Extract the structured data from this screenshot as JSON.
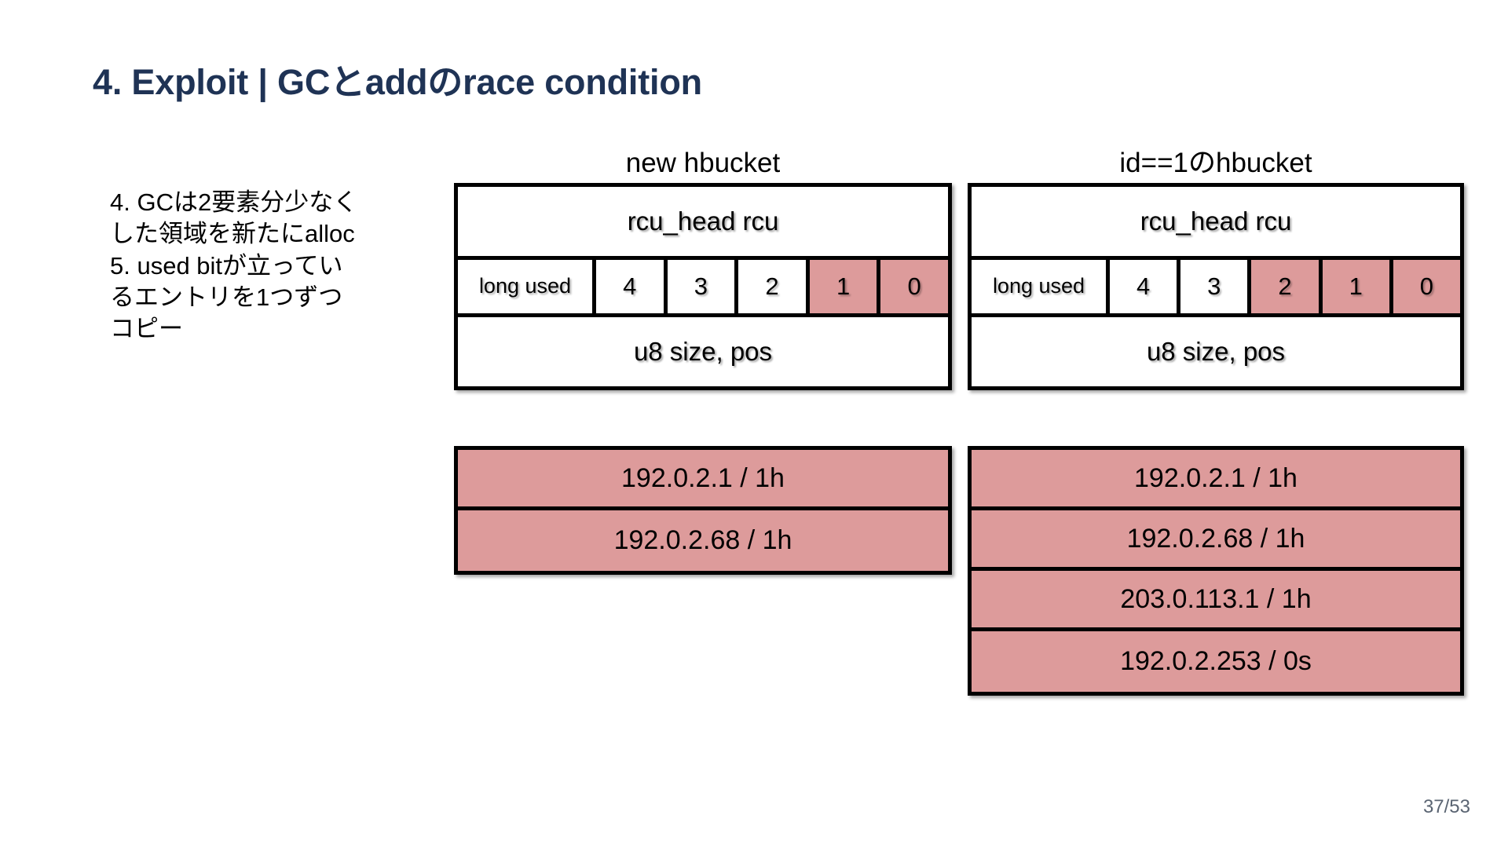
{
  "slide": {
    "title": "4. Exploit | GCとaddのrace condition",
    "page_number": "37/53",
    "title_color": "#1f3355",
    "accent_pink": "#dd9b9b"
  },
  "notes": {
    "lines": [
      "4. GCは2要素分少なく",
      "した領域を新たにalloc",
      "5. used bitが立ってい",
      "るエントリを1つずつ",
      "コピー"
    ]
  },
  "buckets": [
    {
      "label": "new hbucket",
      "rcu_row": "rcu_head rcu",
      "used_label": "long used",
      "used_cells": [
        {
          "value": "4",
          "highlighted": false
        },
        {
          "value": "3",
          "highlighted": false
        },
        {
          "value": "2",
          "highlighted": false
        },
        {
          "value": "1",
          "highlighted": true
        },
        {
          "value": "0",
          "highlighted": true
        }
      ],
      "size_row": "u8 size, pos",
      "entries": [
        "192.0.2.1 / 1h",
        "192.0.2.68 / 1h"
      ]
    },
    {
      "label": "id==1のhbucket",
      "rcu_row": "rcu_head rcu",
      "used_label": "long used",
      "used_cells": [
        {
          "value": "4",
          "highlighted": false
        },
        {
          "value": "3",
          "highlighted": false
        },
        {
          "value": "2",
          "highlighted": true
        },
        {
          "value": "1",
          "highlighted": true
        },
        {
          "value": "0",
          "highlighted": true
        }
      ],
      "size_row": "u8 size, pos",
      "entries": [
        "192.0.2.1 / 1h",
        "192.0.2.68 / 1h",
        "203.0.113.1 / 1h",
        "192.0.2.253 / 0s"
      ]
    }
  ]
}
